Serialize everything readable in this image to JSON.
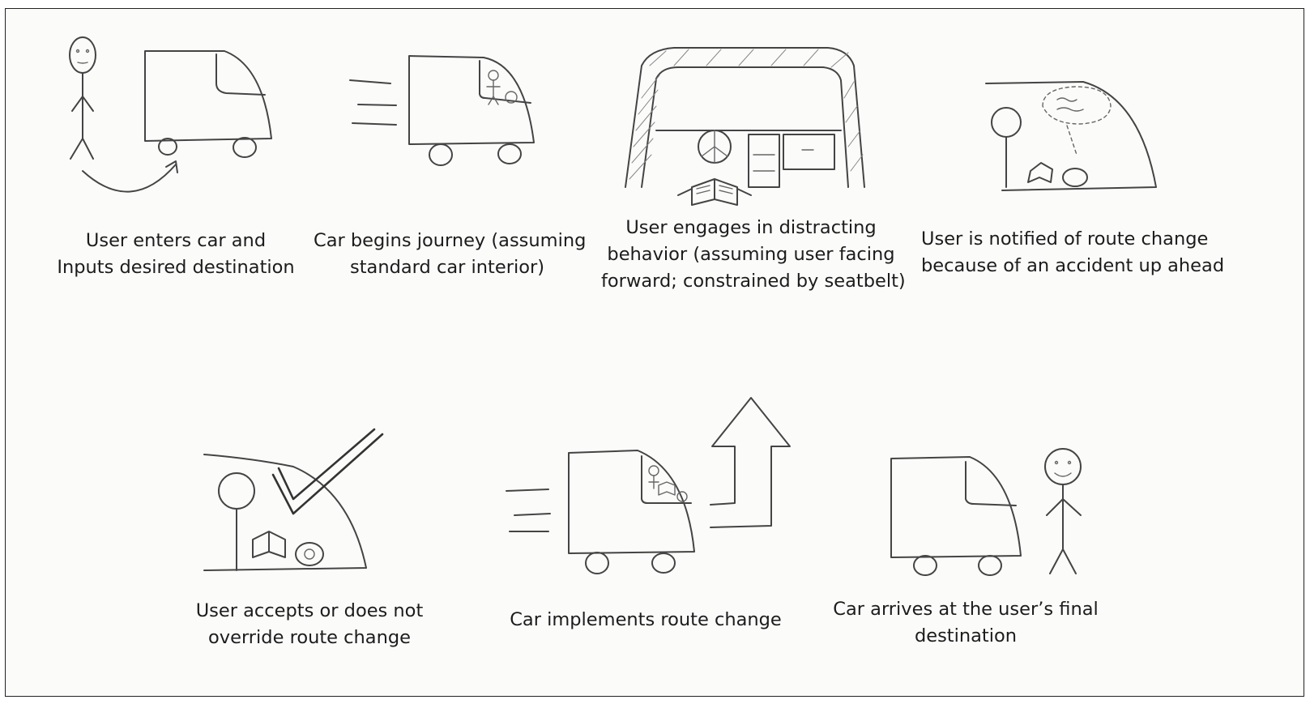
{
  "storyboard": {
    "panels": [
      {
        "caption_lines": [
          "User enters car and",
          "Inputs desired destination"
        ]
      },
      {
        "caption_lines": [
          "Car begins journey (assuming",
          "standard car interior)"
        ]
      },
      {
        "caption_lines": [
          "User engages in distracting",
          "behavior (assuming user facing",
          "forward; constrained by seatbelt)"
        ]
      },
      {
        "caption_lines": [
          "User is notified of route change",
          "because of an accident up ahead"
        ]
      },
      {
        "caption_lines": [
          "User accepts or does not",
          "override route change"
        ]
      },
      {
        "caption_lines": [
          "Car implements route change"
        ]
      },
      {
        "caption_lines": [
          "Car arrives at the user’s final",
          "destination"
        ]
      }
    ]
  }
}
